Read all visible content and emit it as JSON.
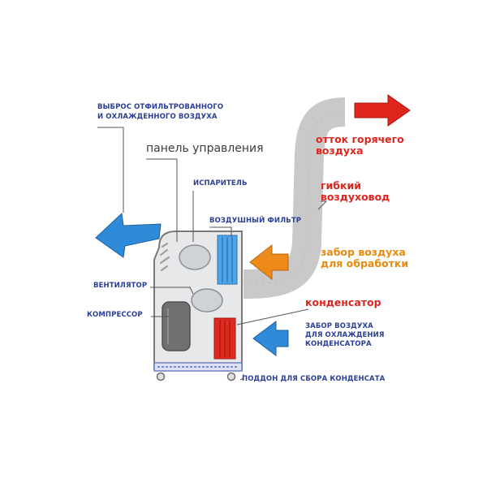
{
  "labels": {
    "filtered_air_out": "ВЫБРОС ОТФИЛЬТРОВАННОГО",
    "filtered_air_out_2": "И ОХЛАЖДЕННОГО ВОЗДУХА",
    "control_panel": "панель управления",
    "evaporator": "ИСПАРИТЕЛЬ",
    "air_filter": "ВОЗДУШНЫЙ ФИЛЬТР",
    "fan": "ВЕНТИЛЯТОР",
    "compressor": "КОМПРЕССОР",
    "hot_air_out": "отток горячего",
    "hot_air_out_2": "воздуха",
    "flex_duct": "гибкий",
    "flex_duct_2": "воздуховод",
    "air_intake": "забор воздуха",
    "air_intake_2": "для обработки",
    "condenser": "конденсатор",
    "condenser_intake": "ЗАБОР ВОЗДУХА",
    "condenser_intake_2": "ДЛЯ ОХЛАЖДЕНИЯ",
    "condenser_intake_3": "КОНДЕНСАТОРА",
    "drain_tray": "ПОДДОН ДЛЯ СБОРА КОНДЕНСАТА"
  },
  "colors": {
    "blue_arrow": "#2f8ad8",
    "red_arrow": "#e0251f",
    "orange_arrow": "#ee8a1a",
    "duct": "#c9c9c9",
    "unit_body": "#e7e8ea",
    "evaporator_fill": "#4da6e8",
    "condenser_fill": "#e02a20",
    "caption_blue": "#2b3f96"
  }
}
